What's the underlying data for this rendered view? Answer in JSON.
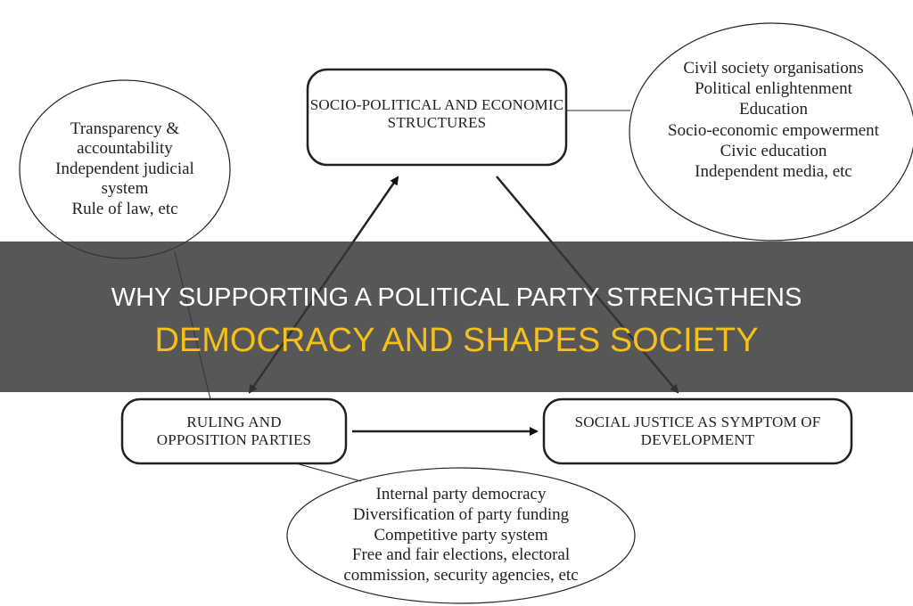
{
  "diagram": {
    "top_box": "SOCIO-POLITICAL AND ECONOMIC STRUCTURES",
    "left_box": "RULING AND OPPOSITION PARTIES",
    "right_box": "SOCIAL JUSTICE AS SYMPTOM OF DEVELOPMENT",
    "left_ellipse": [
      "Transparency &",
      "accountability",
      "Independent judicial",
      "system",
      "Rule of law, etc"
    ],
    "right_ellipse": [
      "Civil society organisations",
      "Political enlightenment",
      "Education",
      "Socio-economic empowerment",
      "Civic education",
      "Independent media, etc"
    ],
    "bottom_ellipse": [
      "Internal party democracy",
      "Diversification of party funding",
      "Competitive party system",
      "Free and fair elections, electoral",
      "commission, security agencies, etc"
    ]
  },
  "banner": {
    "line1": "WHY SUPPORTING A POLITICAL PARTY STRENGTHENS",
    "line2": "DEMOCRACY AND SHAPES SOCIETY",
    "line2_color": "#f5bf1c"
  }
}
